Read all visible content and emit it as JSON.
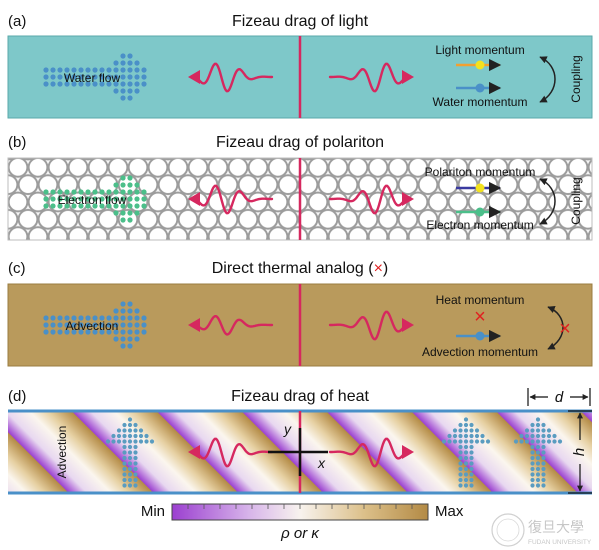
{
  "panels": [
    {
      "letter": "(a)",
      "title": "Fizeau drag of light",
      "flow_label": "Water flow",
      "momentum_top": "Light momentum",
      "momentum_bottom": "Water momentum",
      "coupling": "Coupling"
    },
    {
      "letter": "(b)",
      "title": "Fizeau drag of polariton",
      "flow_label": "Electron flow",
      "momentum_top": "Polariton momentum",
      "momentum_bottom": "Electron momentum",
      "coupling": "Coupling"
    },
    {
      "letter": "(c)",
      "title_main": "Direct thermal analog (",
      "title_mark": "×",
      "title_end": ")",
      "flow_label": "Advection",
      "momentum_top": "Heat momentum",
      "momentum_bottom": "Advection momentum",
      "cross_mark": "×"
    },
    {
      "letter": "(d)",
      "title": "Fizeau drag of heat",
      "side_label": "Advection",
      "axis_x": "x",
      "axis_y": "y",
      "dim_period": "d",
      "dim_height": "h"
    }
  ],
  "colorbar": {
    "min_label": "Min",
    "max_label": "Max",
    "quantity_label": "ρ or κ"
  },
  "colors": {
    "water": "#7ec8c9",
    "thermal": "#b99a5c",
    "wave": "#d6285f",
    "divider": "#d6285f",
    "dots_blue": "#4a90c8",
    "dots_green": "#4bbf8a",
    "stripe_purple": "#9b3fd0",
    "stripe_gold": "#c9a35a"
  },
  "watermark": {
    "cn": "復旦大學",
    "en": "FUDAN UNIVERSITY"
  }
}
